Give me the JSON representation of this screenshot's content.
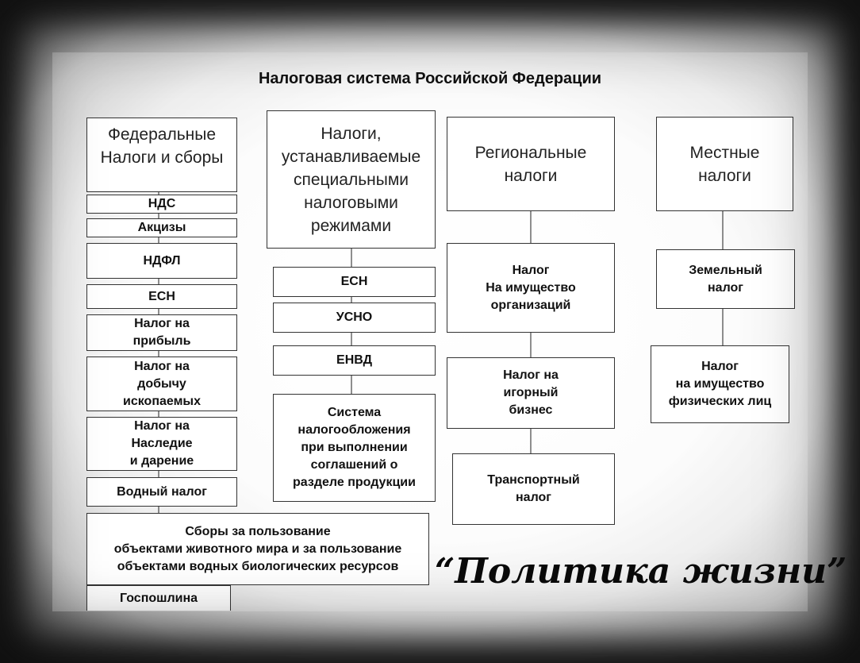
{
  "title": "Налоговая система Российской Федерации",
  "columns": {
    "federal": {
      "header": "Федеральные\nНалоги и сборы",
      "items": [
        "НДС",
        "Акцизы",
        "НДФЛ",
        "ЕСН",
        "Налог на\nприбыль",
        "Налог на\nдобычу\nископаемых",
        "Налог на\nНаследие\n и дарение",
        "Водный налог",
        "Сборы за пользование\nобъектами животного мира и за пользование\nобъектами водных  биологических ресурсов",
        "Госпошлина"
      ]
    },
    "special": {
      "header": "Налоги,\nустанавливаемые\nспециальными\nналоговыми\n режимами",
      "items": [
        "ЕСН",
        "УСНО",
        "ЕНВД",
        "Система\nналогообложения\nпри выполнении\nсоглашений о\nразделе продукции"
      ]
    },
    "regional": {
      "header": "Региональные\nналоги",
      "items": [
        "Налог\nНа имущество\nорганизаций",
        "Налог  на\nигорный\n бизнес",
        "Транспортный\nналог"
      ]
    },
    "local": {
      "header": "Местные\nналоги",
      "items": [
        "Земельный\nналог",
        "Налог\nна имущество\nфизических лиц"
      ]
    }
  },
  "signature": "“Политика жизни”"
}
